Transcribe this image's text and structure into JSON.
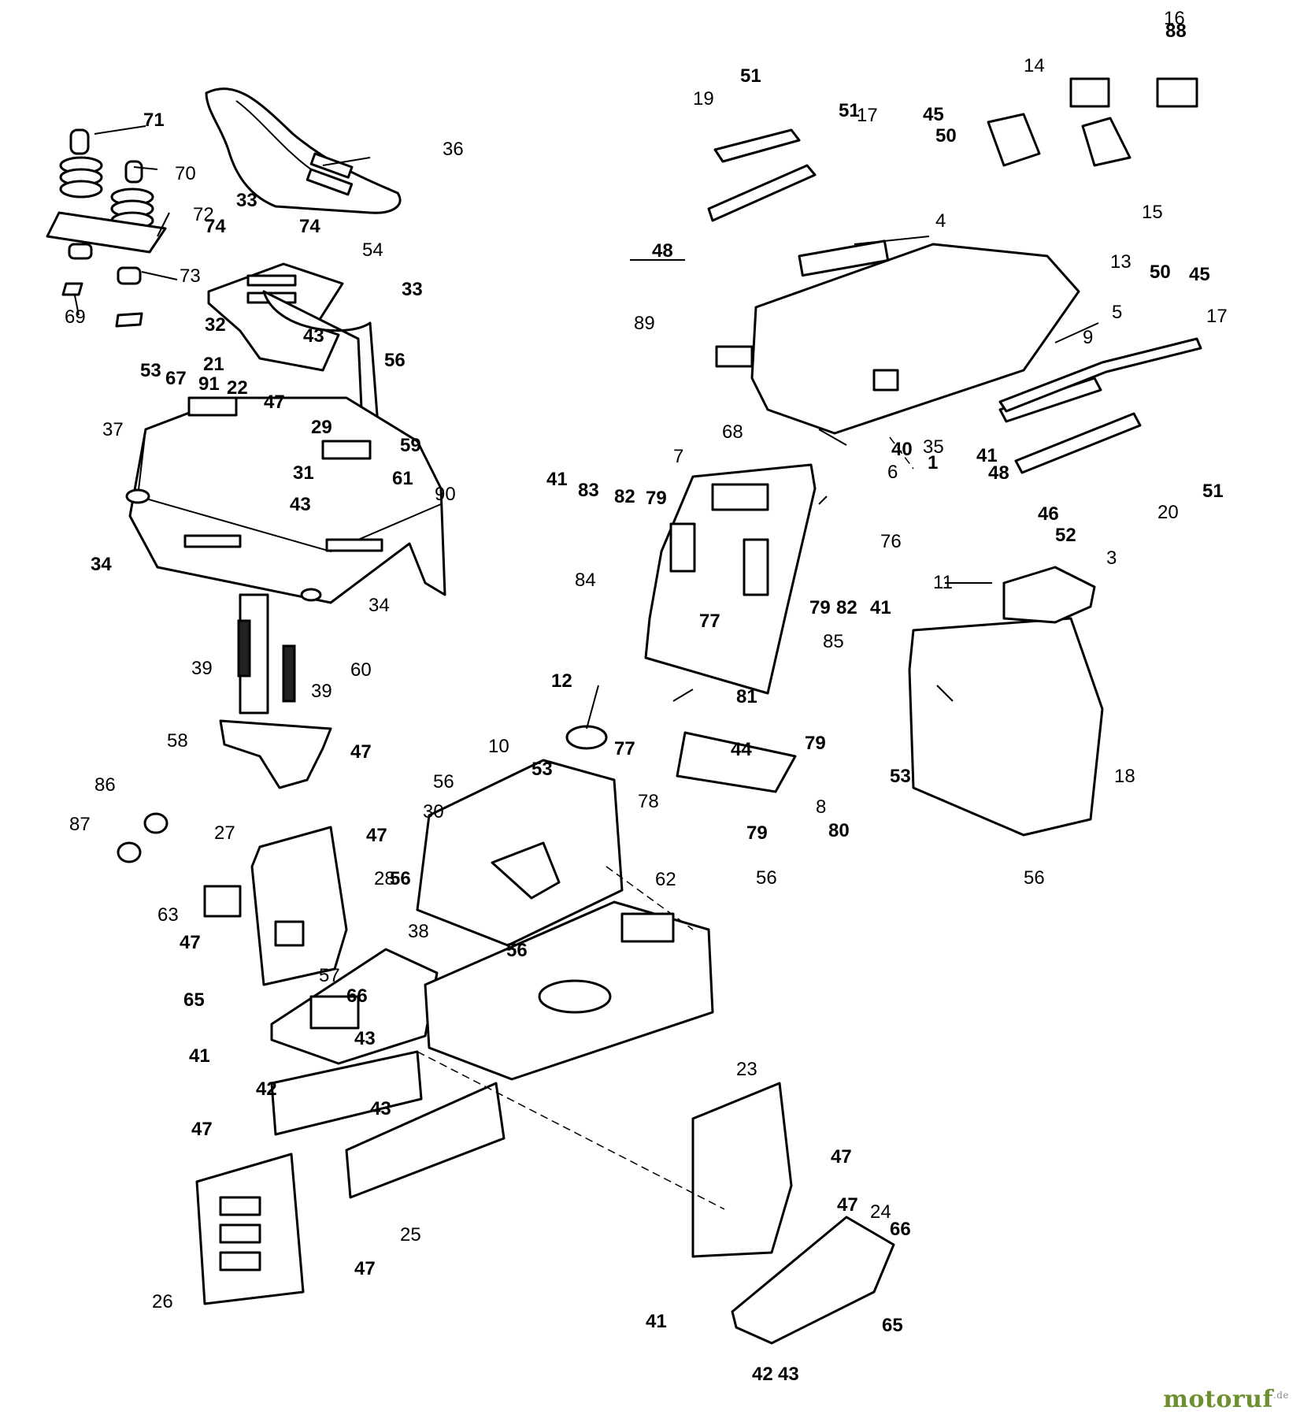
{
  "diagram": {
    "labels": [
      {
        "id": "71",
        "b": true
      },
      {
        "id": "70",
        "b": false
      },
      {
        "id": "72",
        "b": false
      },
      {
        "id": "73",
        "b": false
      },
      {
        "id": "69",
        "b": false
      },
      {
        "id": "36",
        "b": false
      },
      {
        "id": "33",
        "b": true
      },
      {
        "id": "74",
        "b": true
      },
      {
        "id": "74",
        "b": true
      },
      {
        "id": "54",
        "b": false
      },
      {
        "id": "33",
        "b": true
      },
      {
        "id": "32",
        "b": true
      },
      {
        "id": "43",
        "b": true
      },
      {
        "id": "56",
        "b": true
      },
      {
        "id": "53",
        "b": true
      },
      {
        "id": "21",
        "b": true
      },
      {
        "id": "67",
        "b": true
      },
      {
        "id": "22",
        "b": true
      },
      {
        "id": "91",
        "b": true
      },
      {
        "id": "47",
        "b": true
      },
      {
        "id": "29",
        "b": true
      },
      {
        "id": "59",
        "b": true
      },
      {
        "id": "37",
        "b": false
      },
      {
        "id": "31",
        "b": true
      },
      {
        "id": "61",
        "b": true
      },
      {
        "id": "43",
        "b": true
      },
      {
        "id": "90",
        "b": false
      },
      {
        "id": "34",
        "b": true
      },
      {
        "id": "34",
        "b": false
      },
      {
        "id": "39",
        "b": false
      },
      {
        "id": "39",
        "b": false
      },
      {
        "id": "60",
        "b": false
      },
      {
        "id": "58",
        "b": false
      },
      {
        "id": "47",
        "b": true
      },
      {
        "id": "86",
        "b": false
      },
      {
        "id": "87",
        "b": false
      },
      {
        "id": "27",
        "b": false
      },
      {
        "id": "47",
        "b": true
      },
      {
        "id": "63",
        "b": false
      },
      {
        "id": "47",
        "b": true
      },
      {
        "id": "28",
        "b": false
      },
      {
        "id": "38",
        "b": false
      },
      {
        "id": "57",
        "b": false
      },
      {
        "id": "66",
        "b": true
      },
      {
        "id": "65",
        "b": true
      },
      {
        "id": "41",
        "b": true
      },
      {
        "id": "43",
        "b": true
      },
      {
        "id": "42",
        "b": true
      },
      {
        "id": "43",
        "b": true
      },
      {
        "id": "47",
        "b": true
      },
      {
        "id": "26",
        "b": false
      },
      {
        "id": "47",
        "b": true
      },
      {
        "id": "25",
        "b": false
      },
      {
        "id": "19",
        "b": false
      },
      {
        "id": "51",
        "b": true
      },
      {
        "id": "51",
        "b": true
      },
      {
        "id": "17",
        "b": false
      },
      {
        "id": "45",
        "b": true
      },
      {
        "id": "50",
        "b": true
      },
      {
        "id": "48",
        "b": true
      },
      {
        "id": "4",
        "b": false
      },
      {
        "id": "14",
        "b": false
      },
      {
        "id": "16",
        "b": false
      },
      {
        "id": "88",
        "b": true
      },
      {
        "id": "15",
        "b": false
      },
      {
        "id": "13",
        "b": false
      },
      {
        "id": "50",
        "b": true
      },
      {
        "id": "45",
        "b": true
      },
      {
        "id": "5",
        "b": false
      },
      {
        "id": "17",
        "b": false
      },
      {
        "id": "89",
        "b": false
      },
      {
        "id": "9",
        "b": false
      },
      {
        "id": "35",
        "b": false
      },
      {
        "id": "40",
        "b": true
      },
      {
        "id": "1",
        "b": true
      },
      {
        "id": "41",
        "b": true
      },
      {
        "id": "48",
        "b": true
      },
      {
        "id": "51",
        "b": true
      },
      {
        "id": "20",
        "b": false
      },
      {
        "id": "68",
        "b": false
      },
      {
        "id": "6",
        "b": false
      },
      {
        "id": "7",
        "b": false
      },
      {
        "id": "41",
        "b": true
      },
      {
        "id": "83",
        "b": true
      },
      {
        "id": "82",
        "b": true
      },
      {
        "id": "79",
        "b": true
      },
      {
        "id": "76",
        "b": false
      },
      {
        "id": "84",
        "b": false
      },
      {
        "id": "79",
        "b": true
      },
      {
        "id": "82",
        "b": true
      },
      {
        "id": "41",
        "b": true
      },
      {
        "id": "85",
        "b": false
      },
      {
        "id": "77",
        "b": true
      },
      {
        "id": "81",
        "b": true
      },
      {
        "id": "46",
        "b": true
      },
      {
        "id": "52",
        "b": true
      },
      {
        "id": "3",
        "b": false
      },
      {
        "id": "11",
        "b": false
      },
      {
        "id": "53",
        "b": true
      },
      {
        "id": "18",
        "b": false
      },
      {
        "id": "56",
        "b": false
      },
      {
        "id": "12",
        "b": true
      },
      {
        "id": "10",
        "b": false
      },
      {
        "id": "77",
        "b": true
      },
      {
        "id": "53",
        "b": true
      },
      {
        "id": "56",
        "b": false
      },
      {
        "id": "30",
        "b": false
      },
      {
        "id": "44",
        "b": true
      },
      {
        "id": "79",
        "b": true
      },
      {
        "id": "78",
        "b": false
      },
      {
        "id": "8",
        "b": false
      },
      {
        "id": "79",
        "b": true
      },
      {
        "id": "80",
        "b": true
      },
      {
        "id": "62",
        "b": false
      },
      {
        "id": "56",
        "b": false
      },
      {
        "id": "56",
        "b": true
      },
      {
        "id": "56",
        "b": true
      },
      {
        "id": "23",
        "b": false
      },
      {
        "id": "47",
        "b": true
      },
      {
        "id": "47",
        "b": true
      },
      {
        "id": "24",
        "b": false
      },
      {
        "id": "66",
        "b": true
      },
      {
        "id": "41",
        "b": true
      },
      {
        "id": "42",
        "b": true
      },
      {
        "id": "43",
        "b": true
      },
      {
        "id": "65",
        "b": true
      }
    ]
  },
  "watermark": {
    "brand": "motoruf",
    "suffix": ".de"
  }
}
